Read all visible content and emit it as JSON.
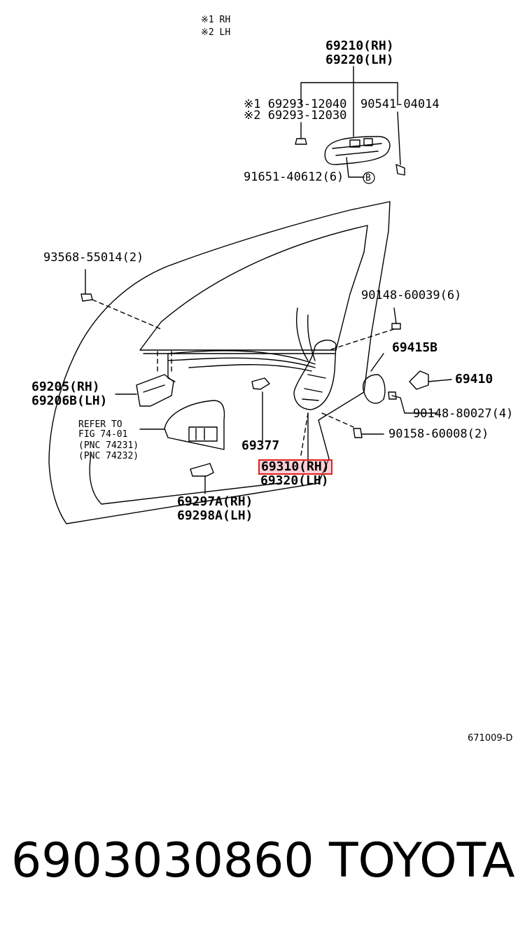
{
  "legend": {
    "rh": "※1 RH",
    "lh": "※2 LH"
  },
  "parts": {
    "p69210": "69210(RH)",
    "p69220": "69220(LH)",
    "p69293_1": "※1 69293-12040",
    "p69293_2": "※2 69293-12030",
    "p90541": "90541-04014",
    "p91651": "91651-40612(6)",
    "p91651_ref": "B",
    "p93568": "93568-55014(2)",
    "p90148_6": "90148-60039(6)",
    "p69415b": "69415B",
    "p69410": "69410",
    "p69205": "69205(RH)",
    "p69206b": "69206B(LH)",
    "refer1": "REFER TO",
    "refer2": "FIG  74-01",
    "refer3": "(PNC 74231)",
    "refer4": "(PNC 74232)",
    "p90148_4": "90148-80027(4)",
    "p90158": "90158-60008(2)",
    "p69377": "69377",
    "p69310": "69310(RH)",
    "p69320": "69320(LH)",
    "p69297a": "69297A(RH)",
    "p69298a": "69298A(LH)"
  },
  "figure_code": "671009-D",
  "footer": {
    "part_number": "6903030860",
    "brand": "TOYOTA"
  },
  "colors": {
    "highlight_border": "#e02020",
    "highlight_fill": "#f0788c"
  }
}
